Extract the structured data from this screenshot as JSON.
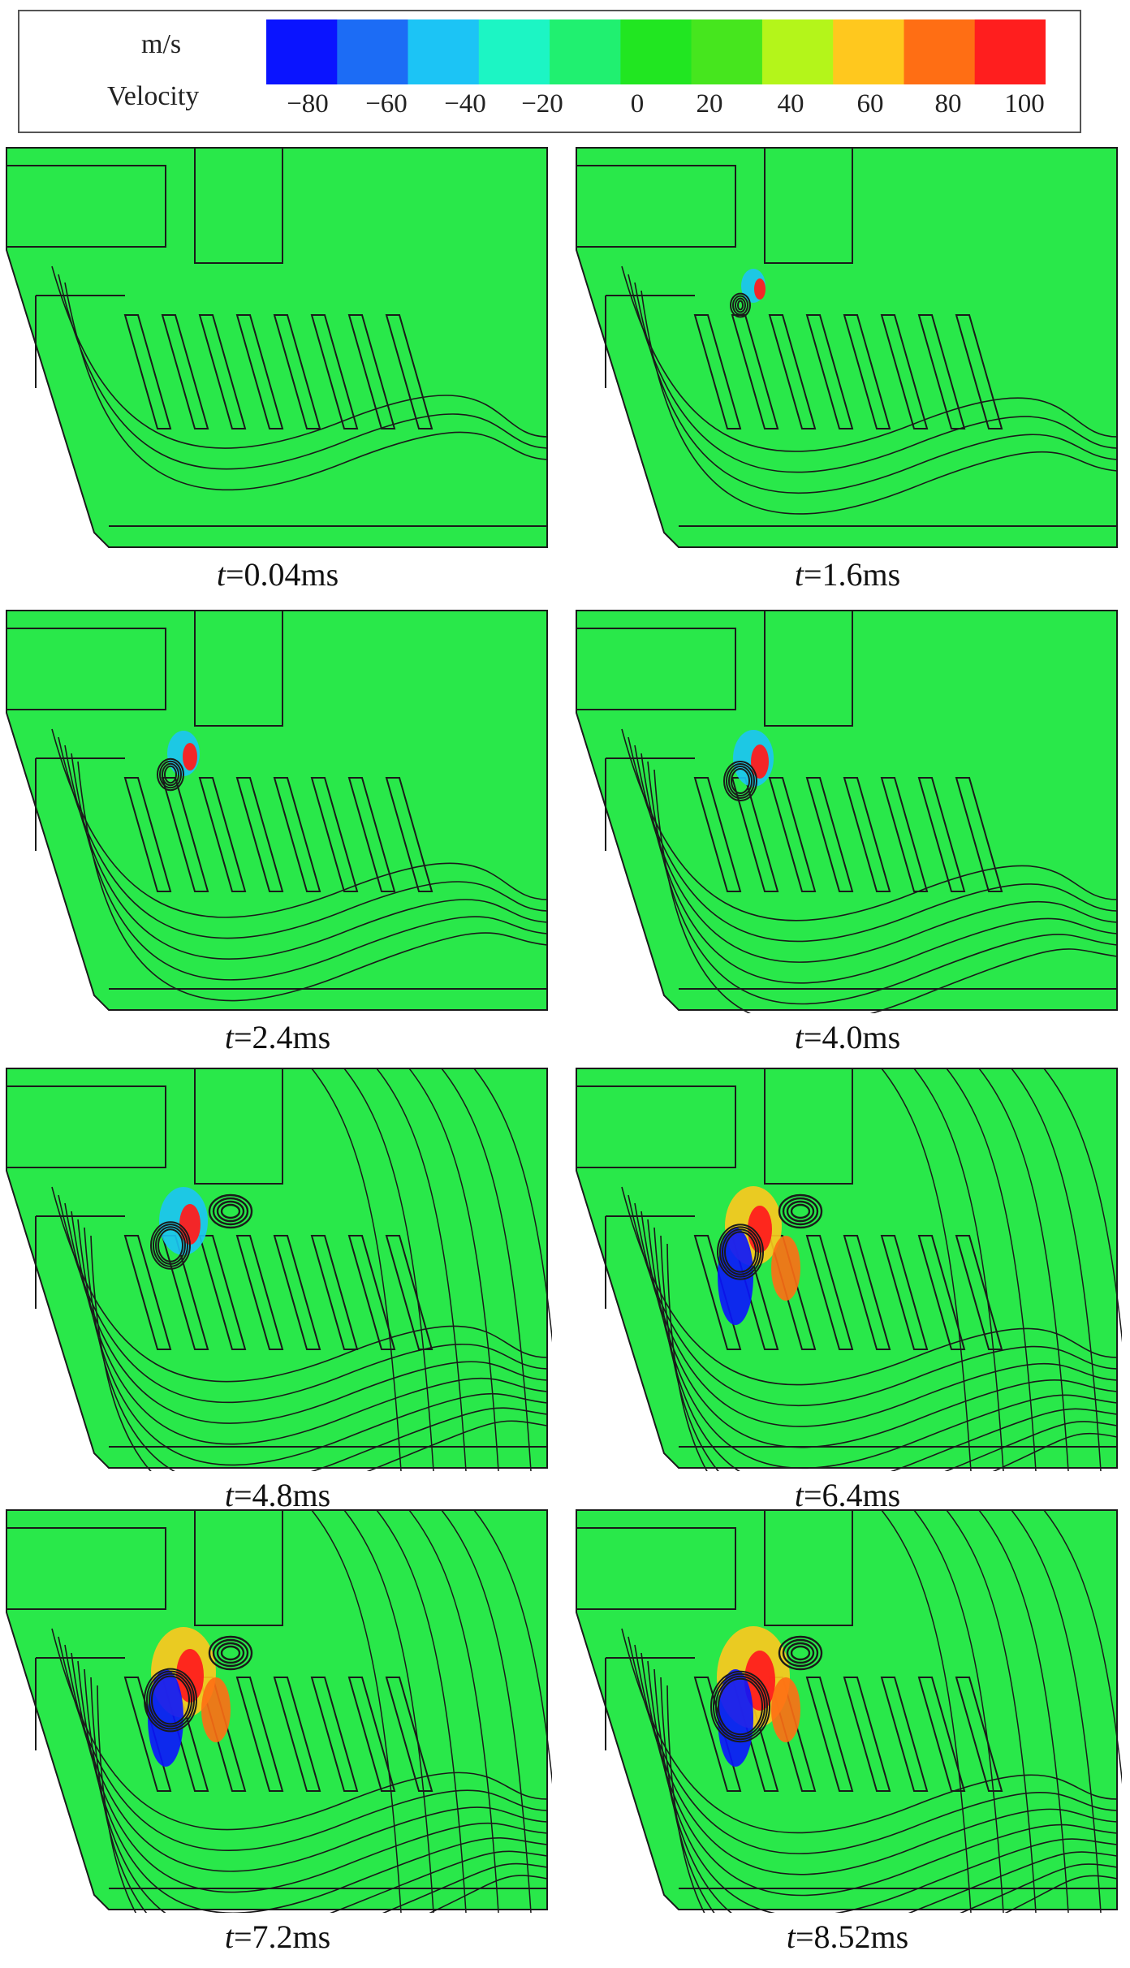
{
  "legend": {
    "unit": "m/s",
    "title": "Velocity",
    "ticks": [
      "−80",
      "−60",
      "−40",
      "−20",
      "0",
      "20",
      "40",
      "60",
      "80",
      "100"
    ],
    "colors": [
      "#0a14ff",
      "#1c6cf5",
      "#1cc4f5",
      "#1cf5c4",
      "#20f070",
      "#21e621",
      "#46e61e",
      "#b4f51a",
      "#ffc81e",
      "#ff6e14",
      "#ff1e1e"
    ]
  },
  "panels": [
    {
      "var": "t",
      "value": "=0.04ms"
    },
    {
      "var": "t",
      "value": "=1.6ms"
    },
    {
      "var": "t",
      "value": "=2.4ms"
    },
    {
      "var": "t",
      "value": "=4.0ms"
    },
    {
      "var": "t",
      "value": "=4.8ms"
    },
    {
      "var": "t",
      "value": "=6.4ms"
    },
    {
      "var": "t",
      "value": "=7.2ms"
    },
    {
      "var": "t",
      "value": "=8.52ms"
    }
  ],
  "field_color": "#29e84a",
  "line_color": "#1a1a1a"
}
